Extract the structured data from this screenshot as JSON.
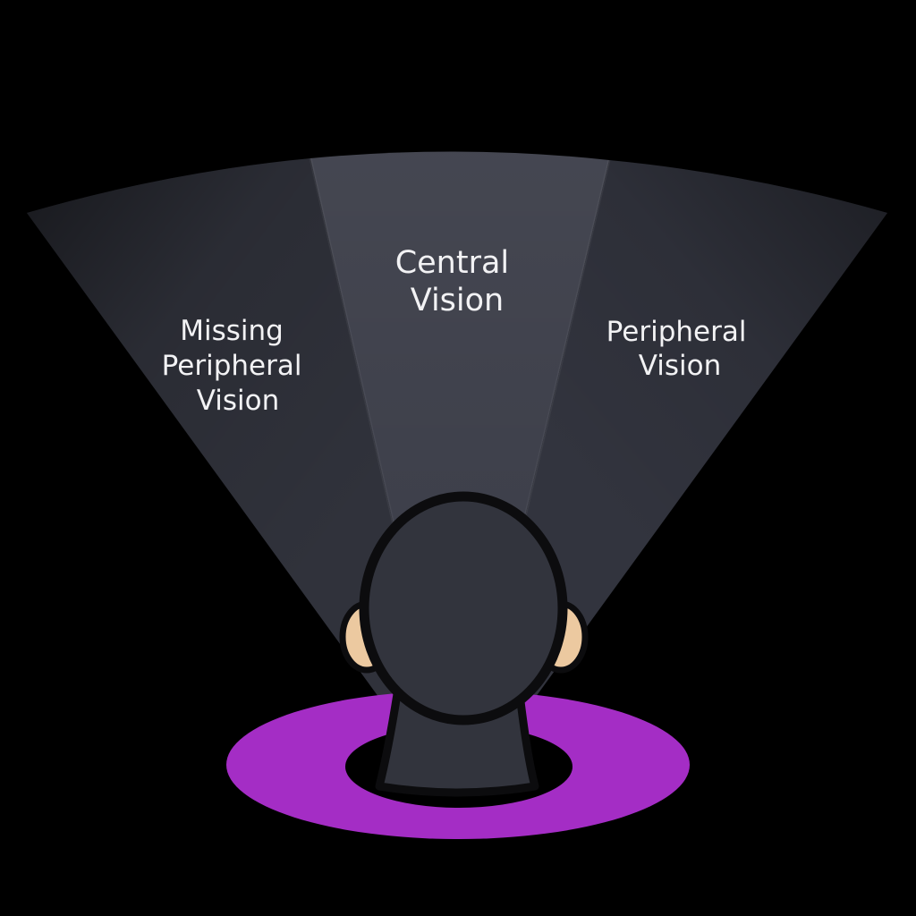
{
  "diagram": {
    "type": "vision-field-top-view",
    "labels": {
      "left": {
        "lines": [
          "Missing",
          "Peripheral",
          "Vision"
        ]
      },
      "center": {
        "lines": [
          "Central",
          "Vision"
        ]
      },
      "right": {
        "lines": [
          "Peripheral",
          "Vision"
        ]
      }
    },
    "colors": {
      "background": "#000000",
      "sector_left": "#30323b",
      "sector_center": "#3b3d48",
      "sector_right": "#32343e",
      "head_fill": "#32343d",
      "head_outline": "#0c0c0e",
      "ear": "#ecc9a0",
      "platform": "#a42dc5",
      "shadow": "#000000",
      "text": "#f2f2f4"
    }
  }
}
